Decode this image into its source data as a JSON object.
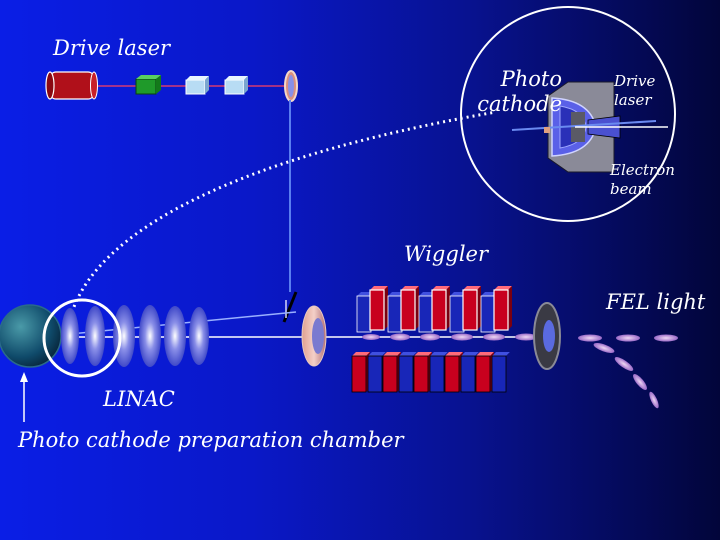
{
  "labels": {
    "drive_laser": "Drive laser",
    "photo_cathode": "Photo cathode",
    "inset_drive_laser": "Drive laser",
    "electron_beam": "Electron beam",
    "wiggler": "Wiggler",
    "fel_light": "FEL light",
    "linac": "LINAC",
    "prep_chamber": "Photo cathode preparation chamber"
  },
  "colors": {
    "magnet_red": "#c8001e",
    "magnet_blue": "#1826b8",
    "laser_red": "#b0101a",
    "laser_green": "#1f9a2a",
    "beam_line": "#5a7ef0",
    "photon_pulse": "#c89ad8"
  }
}
